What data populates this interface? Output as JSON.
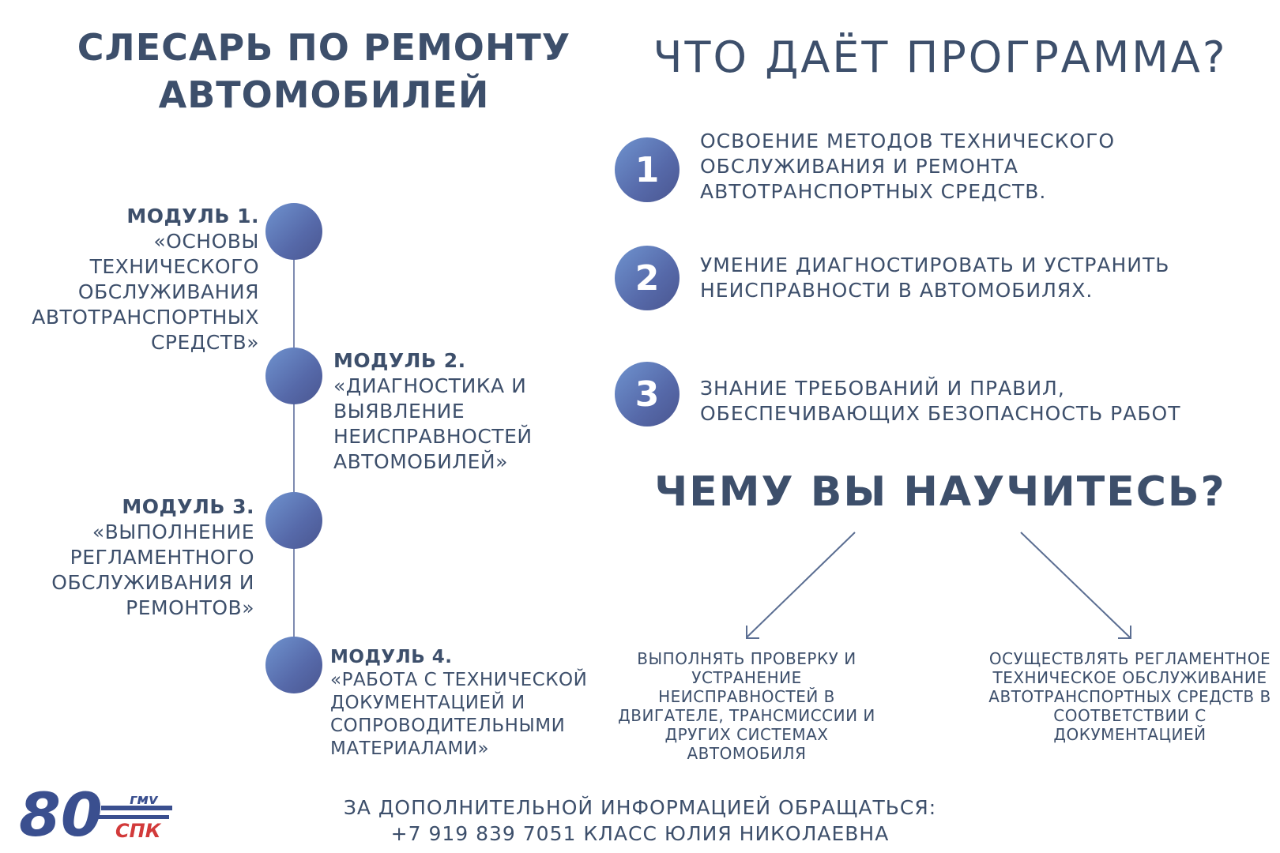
{
  "title": "СЛЕСАРЬ ПО РЕМОНТУ АВТОМОБИЛЕЙ",
  "program_heading": "ЧТО ДАЁТ ПРОГРАММА?",
  "learn_heading": "ЧЕМУ ВЫ НАУЧИТЕСЬ?",
  "modules": [
    {
      "title": "МОДУЛЬ 1.",
      "text": "«ОСНОВЫ ТЕХНИЧЕСКОГО ОБСЛУЖИВАНИЯ АВТОТРАНСПОРТНЫХ СРЕДСТВ»"
    },
    {
      "title": "МОДУЛЬ 2.",
      "text": "«ДИАГНОСТИКА И ВЫЯВЛЕНИЕ НЕИСПРАВНОСТЕЙ АВТОМОБИЛЕЙ»"
    },
    {
      "title": "МОДУЛЬ 3.",
      "text": "«ВЫПОЛНЕНИЕ РЕГЛАМЕНТНОГО ОБСЛУЖИВАНИЯ И РЕМОНТОВ»"
    },
    {
      "title": "МОДУЛЬ 4.",
      "text": "«РАБОТА С ТЕХНИЧЕСКОЙ ДОКУМЕНТАЦИЕЙ И СОПРОВОДИТЕЛЬНЫМИ МАТЕРИАЛАМИ»"
    }
  ],
  "benefits": [
    {
      "num": "1",
      "text": "ОСВОЕНИЕ МЕТОДОВ ТЕХНИЧЕСКОГО ОБСЛУЖИВАНИЯ И РЕМОНТА АВТОТРАНСПОРТНЫХ СРЕДСТВ."
    },
    {
      "num": "2",
      "text": "УМЕНИЕ ДИАГНОСТИРОВАТЬ И УСТРАНИТЬ НЕИСПРАВНОСТИ В АВТОМОБИЛЯХ."
    },
    {
      "num": "3",
      "text": "ЗНАНИЕ ТРЕБОВАНИЙ И ПРАВИЛ, ОБЕСПЕЧИВАЮЩИХ БЕЗОПАСНОСТЬ РАБОТ"
    }
  ],
  "skills": [
    "ВЫПОЛНЯТЬ ПРОВЕРКУ И УСТРАНЕНИЕ НЕИСПРАВНОСТЕЙ В ДВИГАТЕЛЕ, ТРАНСМИССИИ И ДРУГИХ СИСТЕМАХ АВТОМОБИЛЯ",
    "ОСУЩЕСТВЛЯТЬ РЕГЛАМЕНТНОЕ ТЕХНИЧЕСКОЕ ОБСЛУЖИВАНИЕ АВТОТРАНСПОРТНЫХ СРЕДСТВ В СООТВЕТСТВИИ С ДОКУМЕНТАЦИЕЙ"
  ],
  "contact": {
    "line1": "ЗА ДОПОЛНИТЕЛЬНОЙ ИНФОРМАЦИЕЙ ОБРАЩАТЬСЯ:",
    "line2": "+7 919 839 7051 КЛАСС ЮЛИЯ НИКОЛАЕВНА"
  },
  "logo": {
    "number": "80",
    "letters": "гмv",
    "abbr": "СПК"
  },
  "colors": {
    "text": "#3d4f6b",
    "circle_light": "#6f93cf",
    "circle_dark": "#4a5690",
    "line": "#7e8ab0"
  }
}
